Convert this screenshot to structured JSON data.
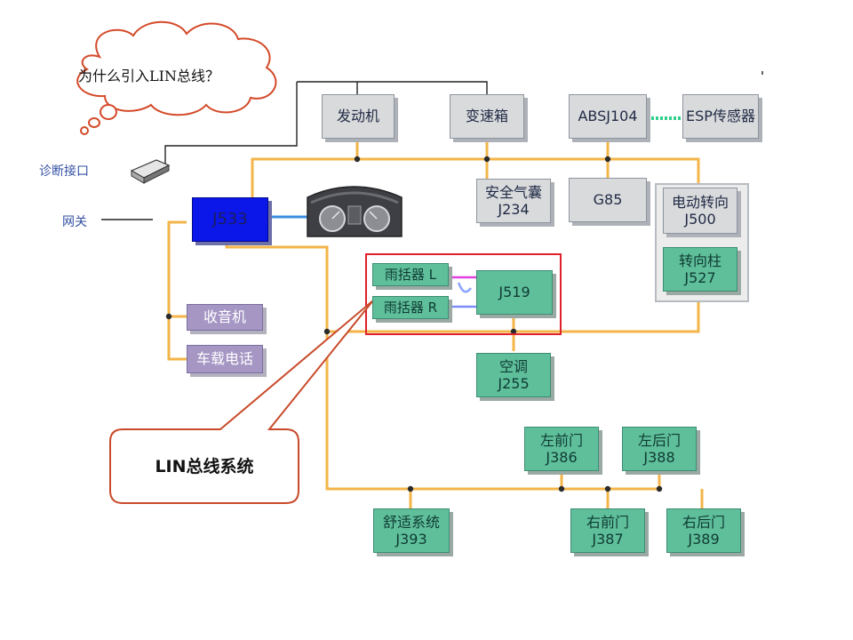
{
  "question": "为什么引入LIN总线？",
  "callout": "LIN总线系统",
  "labels": {
    "diagnostic_port": "诊断接口",
    "gateway": "网关"
  },
  "modules": {
    "engine": {
      "name": "发动机",
      "code": ""
    },
    "gearbox": {
      "name": "变速箱",
      "code": ""
    },
    "abs": {
      "name": "ABSJ104",
      "code": ""
    },
    "esp": {
      "name": "ESP传感器",
      "code": ""
    },
    "airbag": {
      "name": "安全气囊",
      "code": "J234"
    },
    "g85": {
      "name": "G85",
      "code": ""
    },
    "eps": {
      "name": "电动转向",
      "code": "J500"
    },
    "column": {
      "name": "转向柱",
      "code": "J527"
    },
    "gateway": {
      "name": "J533",
      "code": ""
    },
    "wiper_l": {
      "name": "雨括器 L",
      "code": ""
    },
    "wiper_r": {
      "name": "雨括器 R",
      "code": ""
    },
    "j519": {
      "name": "J519",
      "code": ""
    },
    "ac": {
      "name": "空调",
      "code": "J255"
    },
    "radio": {
      "name": "收音机",
      "code": ""
    },
    "phone": {
      "name": "车载电话",
      "code": ""
    },
    "front_left_door": {
      "name": "左前门",
      "code": "J386"
    },
    "rear_left_door": {
      "name": "左后门",
      "code": "J388"
    },
    "comfort": {
      "name": "舒适系统",
      "code": "J393"
    },
    "front_right_door": {
      "name": "右前门",
      "code": "J387"
    },
    "rear_right_door": {
      "name": "右后门",
      "code": "J389"
    }
  },
  "colors": {
    "can_bus": "#f3b54a",
    "lin_highlight": "#e0202a",
    "callout_border": "#c84a2a",
    "gateway_blue": "#0b16e8",
    "module_green": "#5fbf9b",
    "module_gray": "#d9dadc",
    "module_purple": "#a596c4"
  }
}
